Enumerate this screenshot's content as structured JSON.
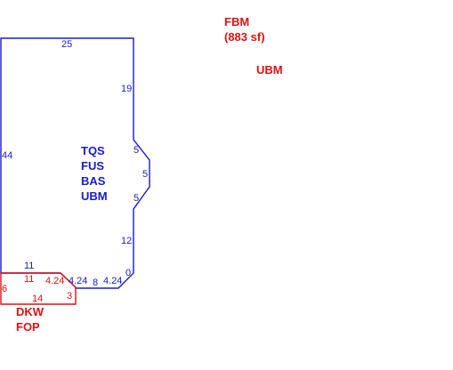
{
  "colors": {
    "main_outline": "#1a1acc",
    "addition_outline": "#dd1111"
  },
  "main_area": {
    "dimensions": {
      "top": "25",
      "right_upper": "19",
      "bevel_upper": "5",
      "bevel_middle": "5",
      "bevel_lower": "5",
      "right_lower": "12",
      "corner": "0",
      "bottom_right_diag": "4.24",
      "bottom": "8",
      "bottom_left_diag": "4.24",
      "bottom_left": "11",
      "left": "44"
    },
    "codes": [
      "TQS",
      "FUS",
      "BAS",
      "UBM"
    ]
  },
  "deck_area": {
    "dimensions": {
      "top": "11",
      "diag": "4.24",
      "left": "6",
      "bottom": "14",
      "right": "3"
    },
    "codes": [
      "DKW",
      "FOP"
    ]
  },
  "floating_labels": {
    "fbm_code": "FBM",
    "fbm_area": "(883 sf)",
    "ubm_code": "UBM"
  }
}
